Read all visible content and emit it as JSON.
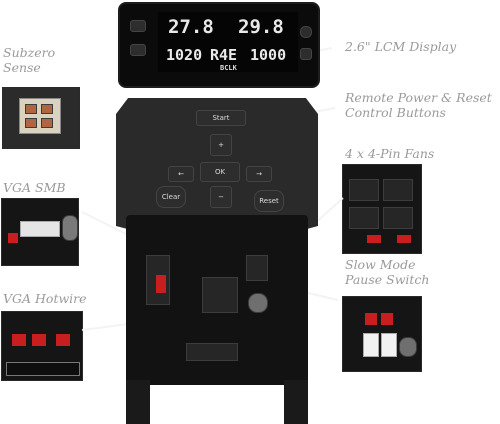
{
  "labels": {
    "subzero_sense": [
      "Subzero",
      "Sense"
    ],
    "vga_smb": "VGA SMB",
    "vga_hotwire": "VGA Hotwire",
    "lcm_display": "2.6\" LCM Display",
    "remote_power": [
      "Remote Power & Reset",
      "Control Buttons"
    ],
    "fans": "4 x 4-Pin Fans",
    "slow_mode": [
      "Slow Mode",
      "Pause Switch"
    ]
  },
  "lcd": {
    "temp_left": "27.8",
    "temp_right": "29.8",
    "value_left": "1020",
    "value_mid": "R4E",
    "value_right": "1000",
    "bclk": "BCLK"
  },
  "buttons": {
    "start": "Start",
    "plus": "+",
    "minus": "−",
    "left": "←",
    "right": "→",
    "ok": "OK",
    "clear": "Clear",
    "reset": "Reset"
  },
  "colors": {
    "label": "#9a9a9a",
    "device": "#1c1c1c",
    "accent_red": "#c91e1e"
  }
}
